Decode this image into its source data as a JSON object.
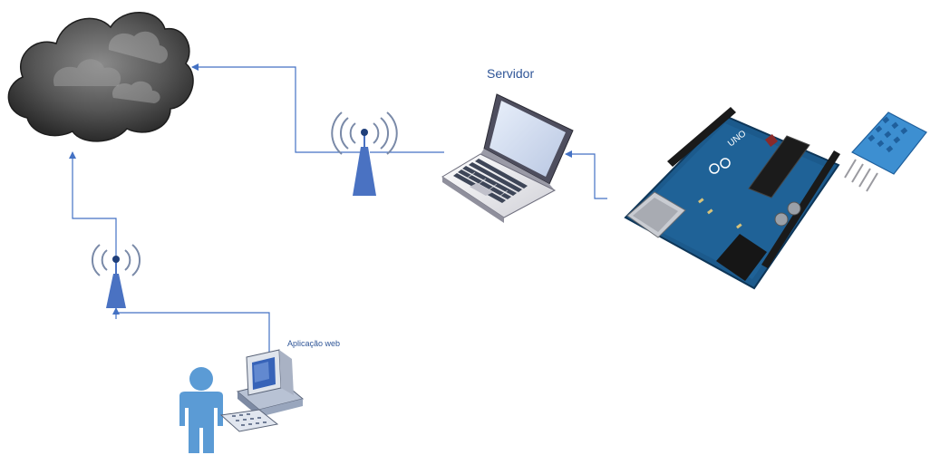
{
  "labels": {
    "server": "Servidor",
    "web_app": "Aplicação web",
    "arduino_board": "UNO"
  },
  "colors": {
    "connector": "#4472c4",
    "label": "#2f5597",
    "antenna": "#4a72c2",
    "person": "#5b9bd5",
    "sensor": "#3d8fd1",
    "board": "#1c5a8c"
  },
  "icons": [
    "cloud-icon",
    "antenna-icon",
    "laptop-icon",
    "arduino-board-icon",
    "dht-sensor-icon",
    "person-icon",
    "desktop-computer-icon"
  ]
}
